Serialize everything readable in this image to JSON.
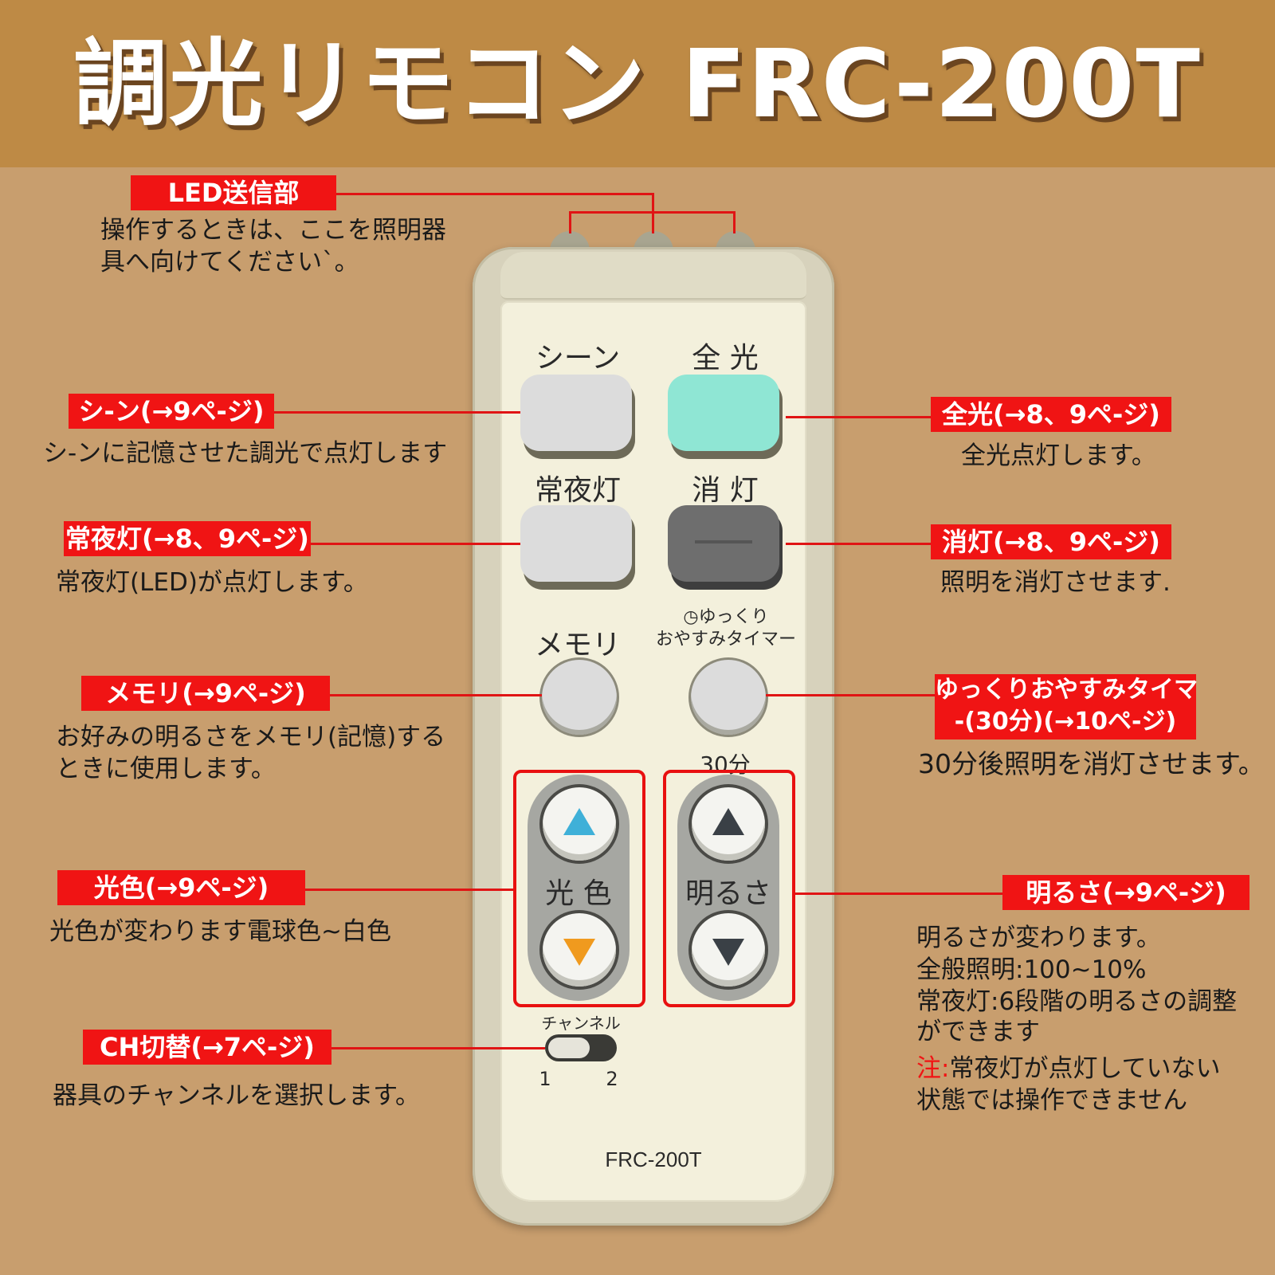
{
  "header": {
    "title": "調光リモコン FRC-200T"
  },
  "remote": {
    "scene_label": "シーン",
    "full_label": "全 光",
    "night_label": "常夜灯",
    "off_label": "消 灯",
    "memory_label": "メモリ",
    "timer_label_1": "ゆっくり",
    "timer_label_2": "おやすみタイマー",
    "timer_30": "30分",
    "color_label": "光 色",
    "brightness_label": "明るさ",
    "channel_label": "チャンネル",
    "channel_1": "1",
    "channel_2": "2",
    "model": "FRC-200T",
    "colors": {
      "full_button": "#8fe6d4",
      "off_button": "#6e6e6e",
      "scene_button": "#dddddd"
    }
  },
  "callouts": {
    "led": {
      "tag": "LED送信部",
      "desc_1": "操作するときは、ここを照明器",
      "desc_2": "具へ向けてください`。"
    },
    "scene": {
      "tag": "シ-ン(→9ペ-ジ)",
      "desc": "シ-ンに記憶させた調光で点灯します"
    },
    "full": {
      "tag": "全光(→8、9ペ-ジ)",
      "desc": "全光点灯します。"
    },
    "night": {
      "tag": "常夜灯(→8、9ペ-ジ)",
      "desc": "常夜灯(LED)が点灯します。"
    },
    "off": {
      "tag": "消灯(→8、9ペ-ジ)",
      "desc": "照明を消灯させます."
    },
    "memory": {
      "tag": "メモリ(→9ペ-ジ)",
      "desc_1": "お好みの明るさをメモリ(記憶)する",
      "desc_2": "ときに使用します。"
    },
    "timer": {
      "tag_1": "ゆっくりおやすみタイマ",
      "tag_2": "-(30分)(→10ペ-ジ)",
      "desc": "30分後照明を消灯させます。"
    },
    "color": {
      "tag": "光色(→9ペ-ジ)",
      "desc": "光色が変わります電球色~白色"
    },
    "brightness": {
      "tag": "明るさ(→9ペ-ジ)",
      "desc_1": "明るさが変わります。",
      "desc_2": "全般照明:100~10%",
      "desc_3": "常夜灯:6段階の明るさの調整",
      "desc_4": "ができます",
      "note_prefix": "注:",
      "note_1": "常夜灯が点灯していない",
      "note_2": "状態では操作できません"
    },
    "channel": {
      "tag": "CH切替(→7ペ-ジ)",
      "desc": "器具のチャンネルを選択します。"
    }
  },
  "accent_colors": {
    "tag_red": "#f01414",
    "header_brown": "#be8a45",
    "background": "#c89e6e"
  }
}
